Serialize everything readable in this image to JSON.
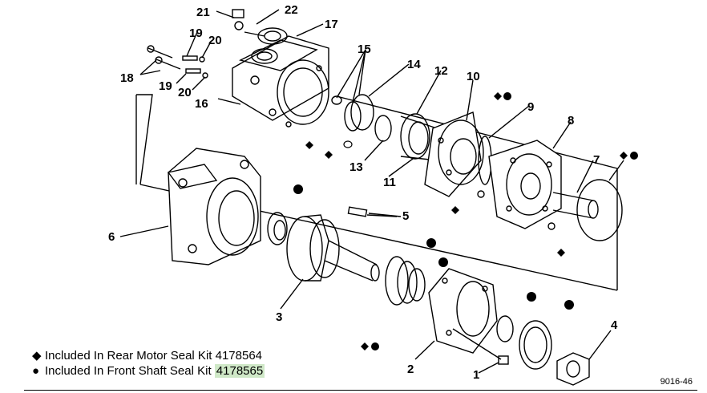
{
  "callouts": [
    "1",
    "2",
    "3",
    "4",
    "5",
    "6",
    "7",
    "8",
    "9",
    "10",
    "11",
    "12",
    "13",
    "14",
    "15",
    "16",
    "17",
    "18",
    "19",
    "20",
    "21",
    "22"
  ],
  "legend": {
    "rear_symbol": "◆",
    "rear_text": "Included In Rear Motor Seal Kit 4178564",
    "front_symbol": "●",
    "front_text_prefix": "Included In Front Shaft Seal Kit ",
    "front_kit_number": "4178565"
  },
  "figure_code": "9016-46"
}
